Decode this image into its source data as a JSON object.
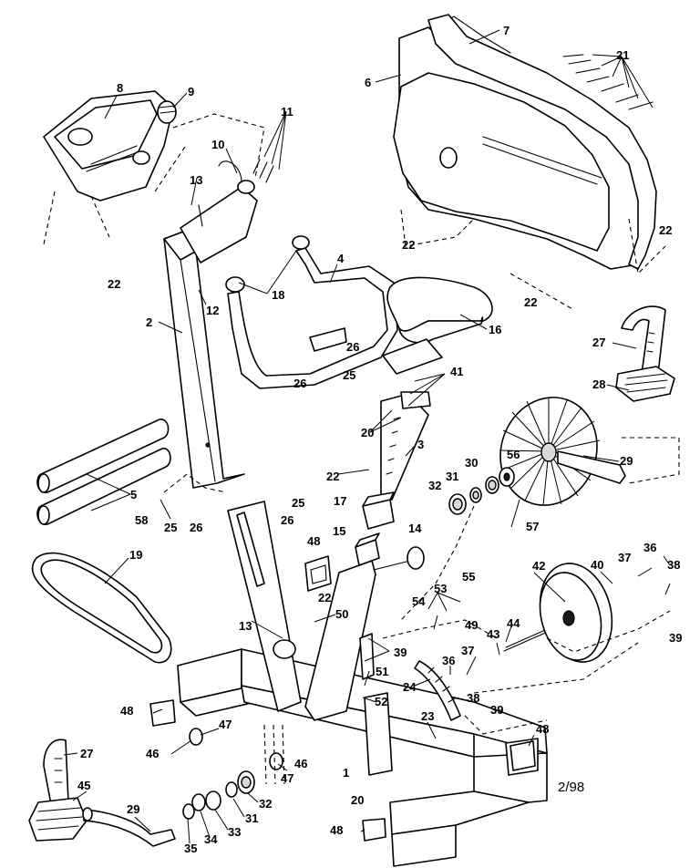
{
  "diagram": {
    "date_code": "2/98",
    "callouts": [
      "1",
      "2",
      "3",
      "4",
      "5",
      "6",
      "7",
      "8",
      "9",
      "10",
      "11",
      "12",
      "13",
      "14",
      "15",
      "16",
      "17",
      "18",
      "19",
      "20",
      "21",
      "22",
      "23",
      "24",
      "25",
      "26",
      "27",
      "28",
      "29",
      "30",
      "31",
      "32",
      "33",
      "34",
      "35",
      "36",
      "37",
      "38",
      "39",
      "40",
      "41",
      "42",
      "43",
      "44",
      "45",
      "46",
      "47",
      "48",
      "49",
      "50",
      "51",
      "52",
      "53",
      "54",
      "55",
      "56",
      "57",
      "58"
    ]
  }
}
